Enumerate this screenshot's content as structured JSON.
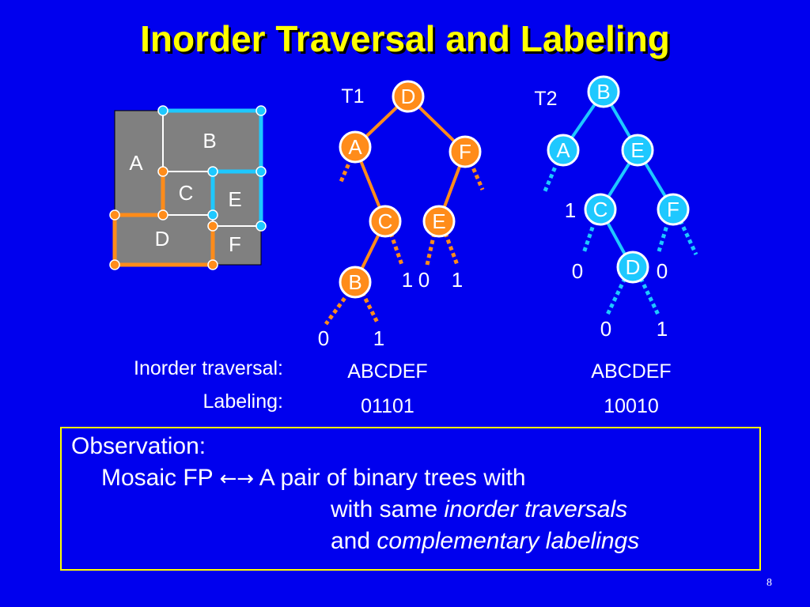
{
  "slide": {
    "title": "Inorder Traversal and Labeling",
    "page_number": "8"
  },
  "colors": {
    "background": "#0000ee",
    "title": "#ffff00",
    "orange": "#ff8c1a",
    "cyan": "#1ec8ff",
    "mosaic_fill": "#808080"
  },
  "mosaic": {
    "rooms": [
      "A",
      "B",
      "C",
      "D",
      "E",
      "F"
    ]
  },
  "tree1": {
    "name": "T1",
    "nodes": [
      "D",
      "A",
      "F",
      "C",
      "E",
      "B"
    ],
    "leaf_labels": [
      "1",
      "0",
      "1",
      "0",
      "1"
    ],
    "inorder": "ABCDEF",
    "labeling": "01101"
  },
  "tree2": {
    "name": "T2",
    "nodes": [
      "B",
      "A",
      "E",
      "C",
      "F",
      "D"
    ],
    "leaf_labels": [
      "1",
      "0",
      "0",
      "0",
      "1"
    ],
    "inorder": "ABCDEF",
    "labeling": "10010"
  },
  "labels": {
    "inorder": "Inorder traversal:",
    "labeling": "Labeling:"
  },
  "observation": {
    "heading": "Observation:",
    "lhs": "Mosaic FP",
    "arrow": "←→",
    "rhs1": "A pair of binary trees with",
    "rhs2_plain": "with same ",
    "rhs2_italic": "inorder traversals",
    "rhs3_plain": "and ",
    "rhs3_italic": "complementary labelings"
  }
}
